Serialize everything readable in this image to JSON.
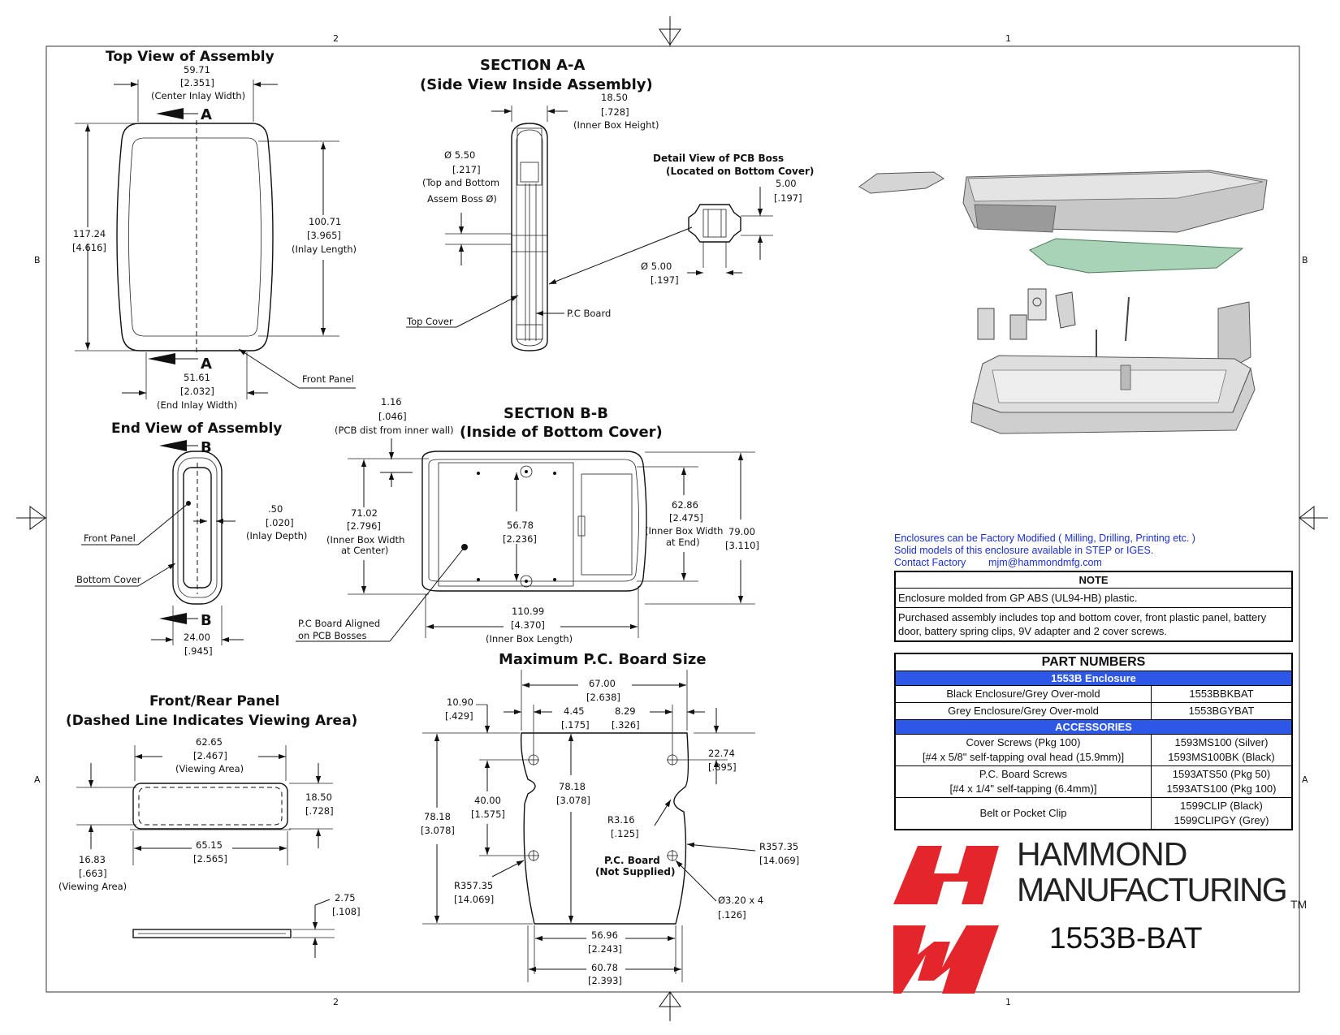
{
  "zones": {
    "top_left": "2",
    "top_right": "1",
    "bottom_left": "2",
    "bottom_right": "1",
    "left_upper": "B",
    "left_lower": "A",
    "right_upper": "B",
    "right_lower": "A"
  },
  "top_view": {
    "title": "Top View of Assembly",
    "center_inlay": [
      "59.71",
      "[2.351]",
      "(Center Inlay Width)"
    ],
    "length": [
      "117.24",
      "[4.616]"
    ],
    "inlay_length": [
      "100.71",
      "[3.965]",
      "(Inlay Length)"
    ],
    "end_inlay": [
      "51.61",
      "[2.032]",
      "(End Inlay Width)"
    ],
    "section_mark": "A",
    "front_panel": "Front Panel"
  },
  "section_aa": {
    "title": "SECTION A-A",
    "subtitle": "(Side View Inside Assembly)",
    "inner_height": [
      "18.50",
      "[.728]",
      "(Inner Box Height)"
    ],
    "boss": [
      "Ø 5.50",
      "[.217]",
      "(Top and Bottom",
      "Assem Boss Ø)"
    ],
    "top_cover": "Top Cover",
    "pc_board": "P.C Board"
  },
  "detail": {
    "title": "Detail View of PCB Boss",
    "subtitle": "(Located on Bottom Cover)",
    "height": [
      "5.00",
      "[.197]"
    ],
    "dia": [
      "Ø 5.00",
      "[.197]"
    ]
  },
  "end_view": {
    "title": "End View of Assembly",
    "section_mark": "B",
    "inlay_depth": [
      ".50",
      "[.020]",
      "(Inlay Depth)"
    ],
    "front_panel": "Front Panel",
    "bottom_cover": "Bottom Cover",
    "width": [
      "24.00",
      "[.945]"
    ]
  },
  "section_bb": {
    "title": "SECTION B-B",
    "subtitle": "(Inside of Bottom Cover)",
    "pcb_dist": [
      "1.16",
      "[.046]",
      "(PCB dist from inner wall)"
    ],
    "inner_center": [
      "71.02",
      "[2.796]",
      "(Inner Box Width",
      "at Center)"
    ],
    "mid": [
      "56.78",
      "[2.236]"
    ],
    "inner_end": [
      "62.86",
      "[2.475]",
      "(Inner Box Width",
      "at  End)"
    ],
    "outer": [
      "79.00",
      "[3.110]"
    ],
    "length": [
      "110.99",
      "[4.370]",
      "(Inner Box Length)"
    ],
    "aligned": [
      "P.C Board Aligned",
      "on PCB Bosses"
    ]
  },
  "panel": {
    "title": "Front/Rear Panel",
    "subtitle": "(Dashed Line Indicates Viewing Area)",
    "view_w": [
      "62.65",
      "[2.467]",
      "(Viewing Area)"
    ],
    "height": [
      "18.50",
      "[.728]"
    ],
    "width": [
      "65.15",
      "[2.565]"
    ],
    "view_h": [
      "16.83",
      "[.663]",
      "(Viewing Area)"
    ],
    "thick": [
      "2.75",
      "[.108]"
    ]
  },
  "pcb": {
    "title": "Maximum P.C. Board Size",
    "top_w": [
      "67.00",
      "[2.638]"
    ],
    "d1": [
      "10.90",
      "[.429]"
    ],
    "d2": [
      "4.45",
      "[.175]"
    ],
    "d3": [
      "8.29",
      "[.326]"
    ],
    "d4": [
      "22.74",
      "[.895]"
    ],
    "d5": [
      "40.00",
      "[1.575]"
    ],
    "d6": [
      "78.18",
      "[3.078]"
    ],
    "d7": [
      "78.18",
      "[3.078]"
    ],
    "r1": [
      "R3.16",
      "[.125]"
    ],
    "r2": [
      "R357.35",
      "[14.069]"
    ],
    "r3": [
      "R357.35",
      "[14.069]"
    ],
    "note": [
      "P.C. Board",
      "(Not Supplied)"
    ],
    "hole": [
      "Ø3.20 x 4",
      "[.126]"
    ],
    "b1": [
      "56.96",
      "[2.243]"
    ],
    "b2": [
      "60.78",
      "[2.393]"
    ]
  },
  "info": {
    "line1": "Enclosures can be Factory Modified ( Milling, Drilling, Printing etc. )",
    "line2": "Solid models of this enclosure available in STEP or IGES.",
    "contact": "Contact Factory",
    "email": "mjm@hammondmfg.com"
  },
  "note": {
    "title": "NOTE",
    "row1": "Enclosure molded from GP ABS (UL94-HB) plastic.",
    "row2": "Purchased assembly includes top and bottom cover, front plastic panel, battery door, battery spring clips, 9V adapter and 2 cover screws."
  },
  "parts": {
    "title": "PART NUMBERS",
    "band1": "1553B Enclosure",
    "r1_desc": "Black Enclosure/Grey Over-mold",
    "r1_num": "1553BBKBAT",
    "r2_desc": "Grey Enclosure/Grey Over-mold",
    "r2_num": "1553BGYBAT",
    "band2": "ACCESSORIES",
    "r3_desc_a": "Cover Screws (Pkg 100)",
    "r3_desc_b": "[#4 x 5/8\" self-tapping oval head (15.9mm)]",
    "r3_num_a": "1593MS100 (Silver)",
    "r3_num_b": "1593MS100BK (Black)",
    "r4_desc_a": "P.C. Board Screws",
    "r4_desc_b": "[#4 x 1/4\" self-tapping (6.4mm)]",
    "r4_num_a": "1593ATS50 (Pkg 50)",
    "r4_num_b": "1593ATS100 (Pkg 100)",
    "r5_desc": "Belt or Pocket Clip",
    "r5_num_a": "1599CLIP (Black)",
    "r5_num_b": "1599CLIPGY (Grey)"
  },
  "brand": {
    "line1": "HAMMOND",
    "line2": "MANUFACTURING",
    "tm": "TM",
    "model": "1553B-BAT",
    "logo_color": "#e3262b"
  }
}
